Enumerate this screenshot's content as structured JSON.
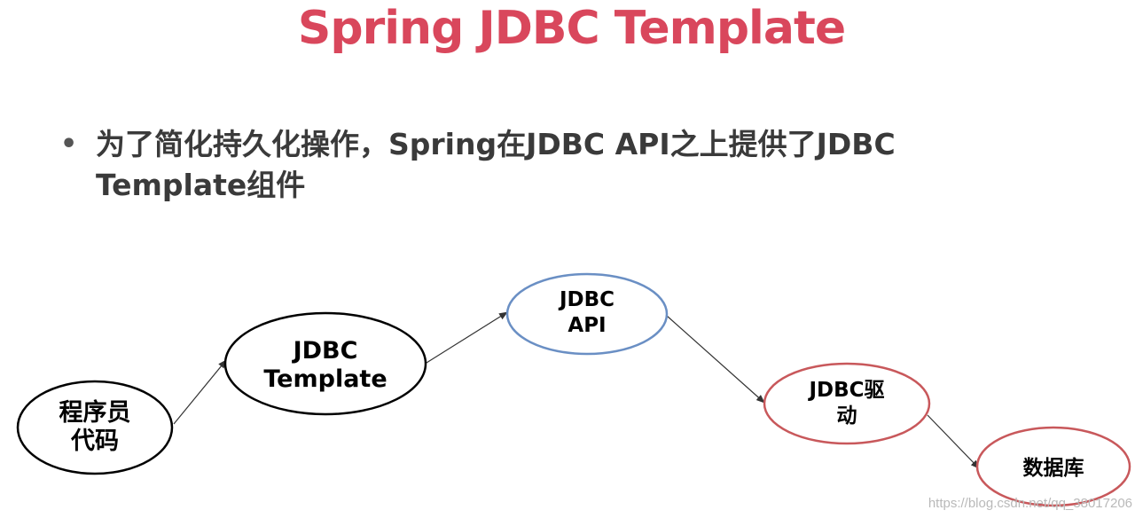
{
  "title": "Spring JDBC Template",
  "bullet": {
    "line1": "为了简化持久化操作，Spring在JDBC API之上提供了JDBC",
    "line2": "Template组件"
  },
  "diagram": {
    "nodes": [
      {
        "id": "programmer-code",
        "lines": [
          "程序员",
          "代码"
        ],
        "border_color": "#000000"
      },
      {
        "id": "jdbc-template",
        "lines": [
          "JDBC",
          "Template"
        ],
        "border_color": "#000000"
      },
      {
        "id": "jdbc-api",
        "lines": [
          "JDBC",
          "API"
        ],
        "border_color": "#6a8fc4"
      },
      {
        "id": "jdbc-driver",
        "lines": [
          "JDBC驱",
          "动"
        ],
        "border_color": "#c8585b"
      },
      {
        "id": "database",
        "lines": [
          "数据库"
        ],
        "border_color": "#c8585b"
      }
    ]
  },
  "watermark": "https://blog.csdn.net/qq_38017206",
  "colors": {
    "title": "#d9475c",
    "arrow": "#333333"
  }
}
